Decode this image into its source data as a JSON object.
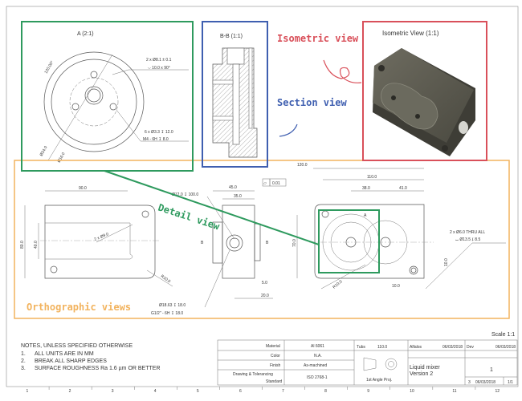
{
  "colors": {
    "detail": "#2e9a5e",
    "section": "#3f5fb0",
    "isometric": "#d9505a",
    "orthographic": "#f2b35e",
    "part": "#5a5a4e"
  },
  "annotations": {
    "isometric": "Isometric view",
    "section": "Section view",
    "detail": "Detail view",
    "orthographic": "Orthographic views"
  },
  "detail_view": {
    "title": "A (2:1)",
    "angle": "120.00°",
    "dia_outer": "Ø24.0",
    "dia_inner": "Ø16.0",
    "callout_holes_1": "2 x Ø8.1 ± 0.1",
    "callout_holes_2": "⌵ 10.0 x 90°",
    "callout_thread_1": "6 x Ø3.3 ↧ 12.0",
    "callout_thread_2": "M4 - 6H ↧ 8.0"
  },
  "section_view": {
    "title": "B-B (1:1)"
  },
  "isometric_view": {
    "title": "Isometric View (1:1)"
  },
  "top_view": {
    "width": "90.0",
    "height": "80.0",
    "inner_height": "40.0",
    "holes": "2 x Ø9.0",
    "radius": "R10.0"
  },
  "side_view": {
    "bore": "Ø12.0 ↧ 100.0",
    "overall": "45.0",
    "body": "35.0",
    "flatness": "0.01",
    "flatness_symbol": "⏥",
    "section_label": "B",
    "dim_small": "5.0",
    "dim_offset": "20.0",
    "port_1": "Ø18.63 ↧ 18.0",
    "port_2": "G1/2\" - 6H ↧ 18.0"
  },
  "front_view": {
    "overall": "120.0",
    "span": "110.0",
    "pitch_1": "38.0",
    "pitch_2": "41.0",
    "height": "70.0",
    "radius": "R10.0",
    "edge_x": "10.0",
    "edge_y": "10.0",
    "detail_label": "A",
    "holes_1": "2 x Ø6.0 THRU ALL",
    "holes_2": "⌴ Ø13.5 ↧ 8.5"
  },
  "scale": "Scale 1:1",
  "notes": {
    "heading": "NOTES, UNLESS SPECIFIED OTHERWISE",
    "items": [
      {
        "num": "1.",
        "text": "ALL UNITS ARE IN MM"
      },
      {
        "num": "2.",
        "text": "BREAK ALL SHARP EDGES"
      },
      {
        "num": "3.",
        "text": "SURFACE ROUGHNESS Ra 1.6 µm OR BETTER"
      }
    ]
  },
  "title_block": {
    "material_label": "Material",
    "material": "Al 6061",
    "color_label": "Color",
    "color": "N.A.",
    "finish_label": "Finish",
    "finish": "As-machined",
    "standard_label_1": "Drawing & Tolerancing",
    "standard_label_2": "Standard",
    "standard": "ISO 2768-1",
    "part_field": "Tubs",
    "part_value": "110.0",
    "projection": "1st Angle Proj.",
    "drawn_by": "Alfalos",
    "drawn_date": "06/03/2018",
    "approved_by": "Dev",
    "approved_date": "06/03/2018",
    "title_1": "Liquid mixer",
    "title_2": "Version 2",
    "sheet_no": "1",
    "revision": "3",
    "date": "06/03/2018",
    "sheet": "1/1"
  },
  "zones": [
    "1",
    "2",
    "3",
    "4",
    "5",
    "6",
    "7",
    "8",
    "9",
    "10",
    "11",
    "12"
  ]
}
